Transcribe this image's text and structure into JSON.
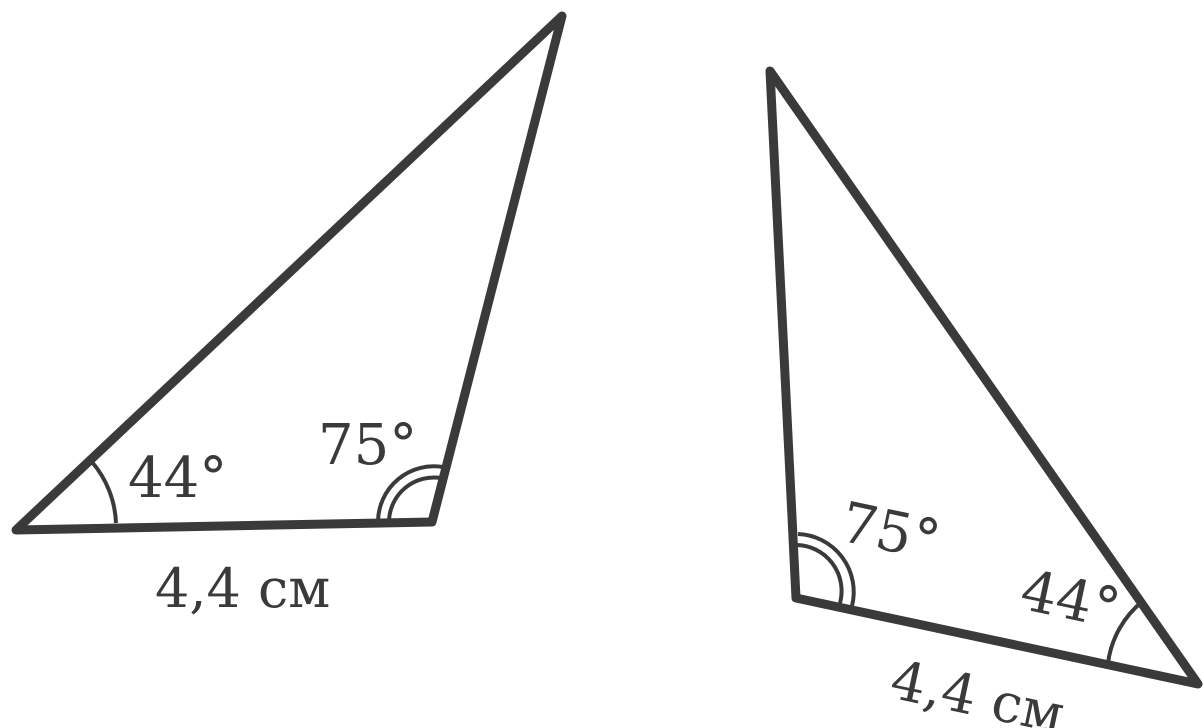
{
  "colors": {
    "stroke": "#3a3a3a",
    "text": "#3a3a3a",
    "background": "#ffffff"
  },
  "triangle_left": {
    "angle_small": "44°",
    "angle_large": "75°",
    "side": "4,4 см"
  },
  "triangle_right": {
    "angle_large": "75°",
    "angle_small": "44°",
    "side": "4,4 см"
  }
}
